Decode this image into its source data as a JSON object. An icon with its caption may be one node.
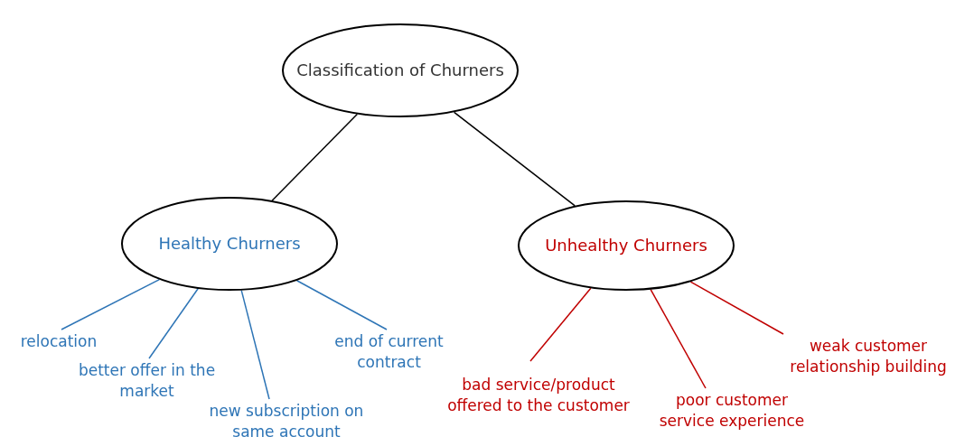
{
  "diagram": {
    "nodes": [
      {
        "text": [
          "Classification of Churners"
        ]
      },
      {
        "text": [
          "Healthy Churners"
        ]
      },
      {
        "text": [
          "Unhealthy Churners"
        ]
      },
      {
        "text": [
          "relocation"
        ]
      },
      {
        "text": [
          "better offer in the market"
        ]
      },
      {
        "text": [
          "new subscription on same account"
        ]
      },
      {
        "text": [
          "end of current contract"
        ]
      },
      {
        "text": [
          "bad service/product offered to the customer"
        ]
      },
      {
        "text": [
          "poor customer service experience"
        ]
      },
      {
        "text": [
          "weak customer relationship building"
        ]
      }
    ],
    "edges": [
      {
        "from": 0,
        "to": 1,
        "arrow": "none",
        "color": "#000000"
      },
      {
        "from": 0,
        "to": 2,
        "arrow": "none",
        "color": "#000000"
      },
      {
        "from": 1,
        "to": 3,
        "arrow": "none",
        "color": "#2e75b6"
      },
      {
        "from": 1,
        "to": 4,
        "arrow": "none",
        "color": "#2e75b6"
      },
      {
        "from": 1,
        "to": 5,
        "arrow": "none",
        "color": "#2e75b6"
      },
      {
        "from": 1,
        "to": 6,
        "arrow": "none",
        "color": "#2e75b6"
      },
      {
        "from": 2,
        "to": 7,
        "arrow": "none",
        "color": "#c00000"
      },
      {
        "from": 2,
        "to": 8,
        "arrow": "none",
        "color": "#c00000"
      },
      {
        "from": 2,
        "to": 9,
        "arrow": "none",
        "color": "#c00000"
      }
    ]
  }
}
